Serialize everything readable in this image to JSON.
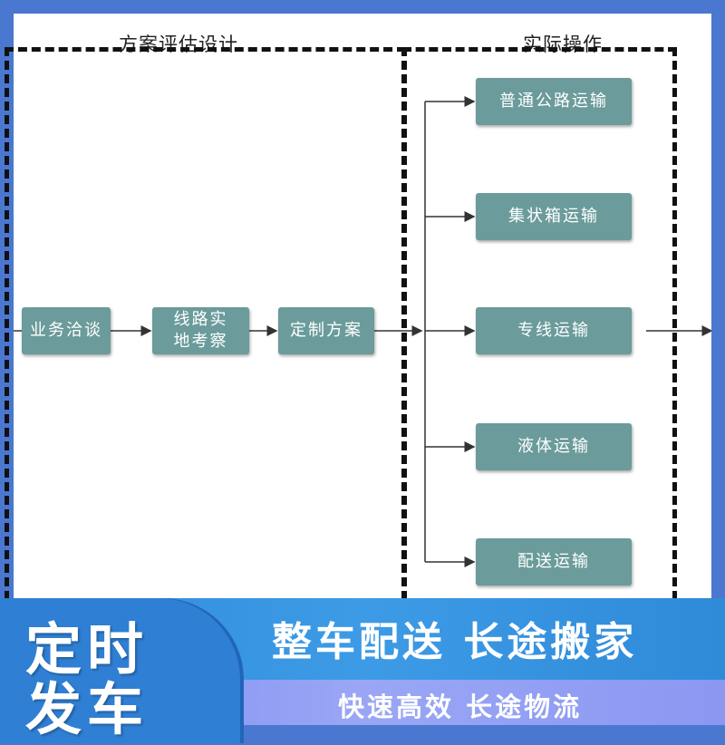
{
  "sections": {
    "design_title": "方案评估设计",
    "operation_title": "实际操作"
  },
  "process_nodes": {
    "business": "业务洽谈",
    "survey": "线路实\n地考察",
    "plan": "定制方案"
  },
  "transport_nodes": {
    "road": "普通公路运输",
    "container": "集状箱运输",
    "dedicated": "专线运输",
    "liquid": "液体运输",
    "delivery": "配送运输"
  },
  "banner": {
    "badge_line1": "定时",
    "badge_line2": "发车",
    "headline": "整车配送  长途搬家",
    "subline": "快速高效 长途物流"
  },
  "colors": {
    "node_fill": "#6b9b9b",
    "banner_blue": "#2f8ad8",
    "banner_purple": "#8a98f2"
  }
}
